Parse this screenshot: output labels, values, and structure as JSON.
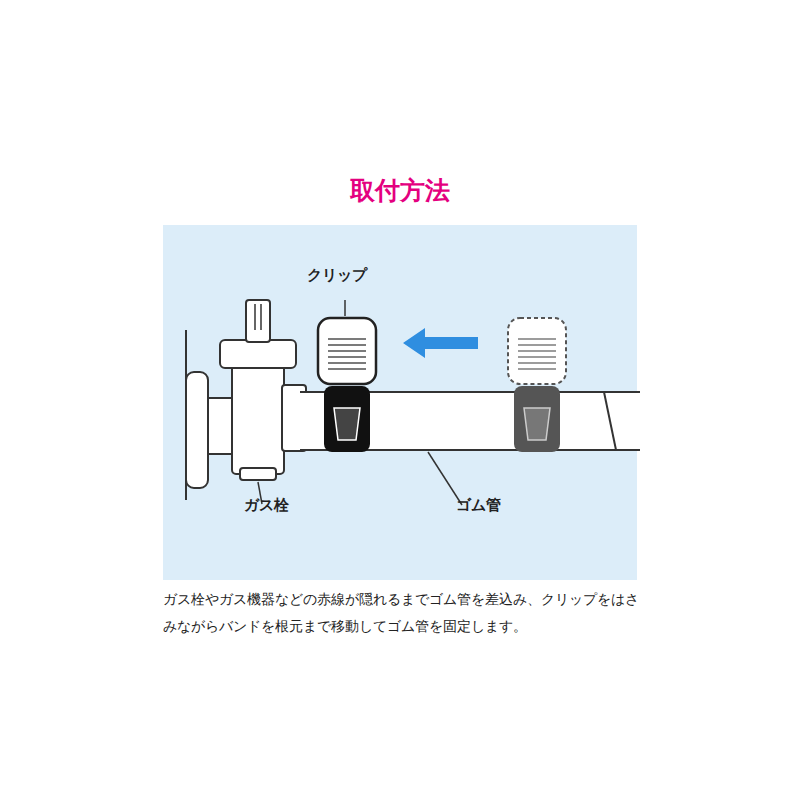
{
  "diagram": {
    "title": "取付方法",
    "caption": "ガス栓やガス機器などの赤線が隠れるまでゴム管を差込み、クリップをはさみながらバンドを根元まで移動してゴム管を固定します。",
    "labels": [
      "クリップ",
      "ガス栓",
      "ゴム管"
    ]
  }
}
